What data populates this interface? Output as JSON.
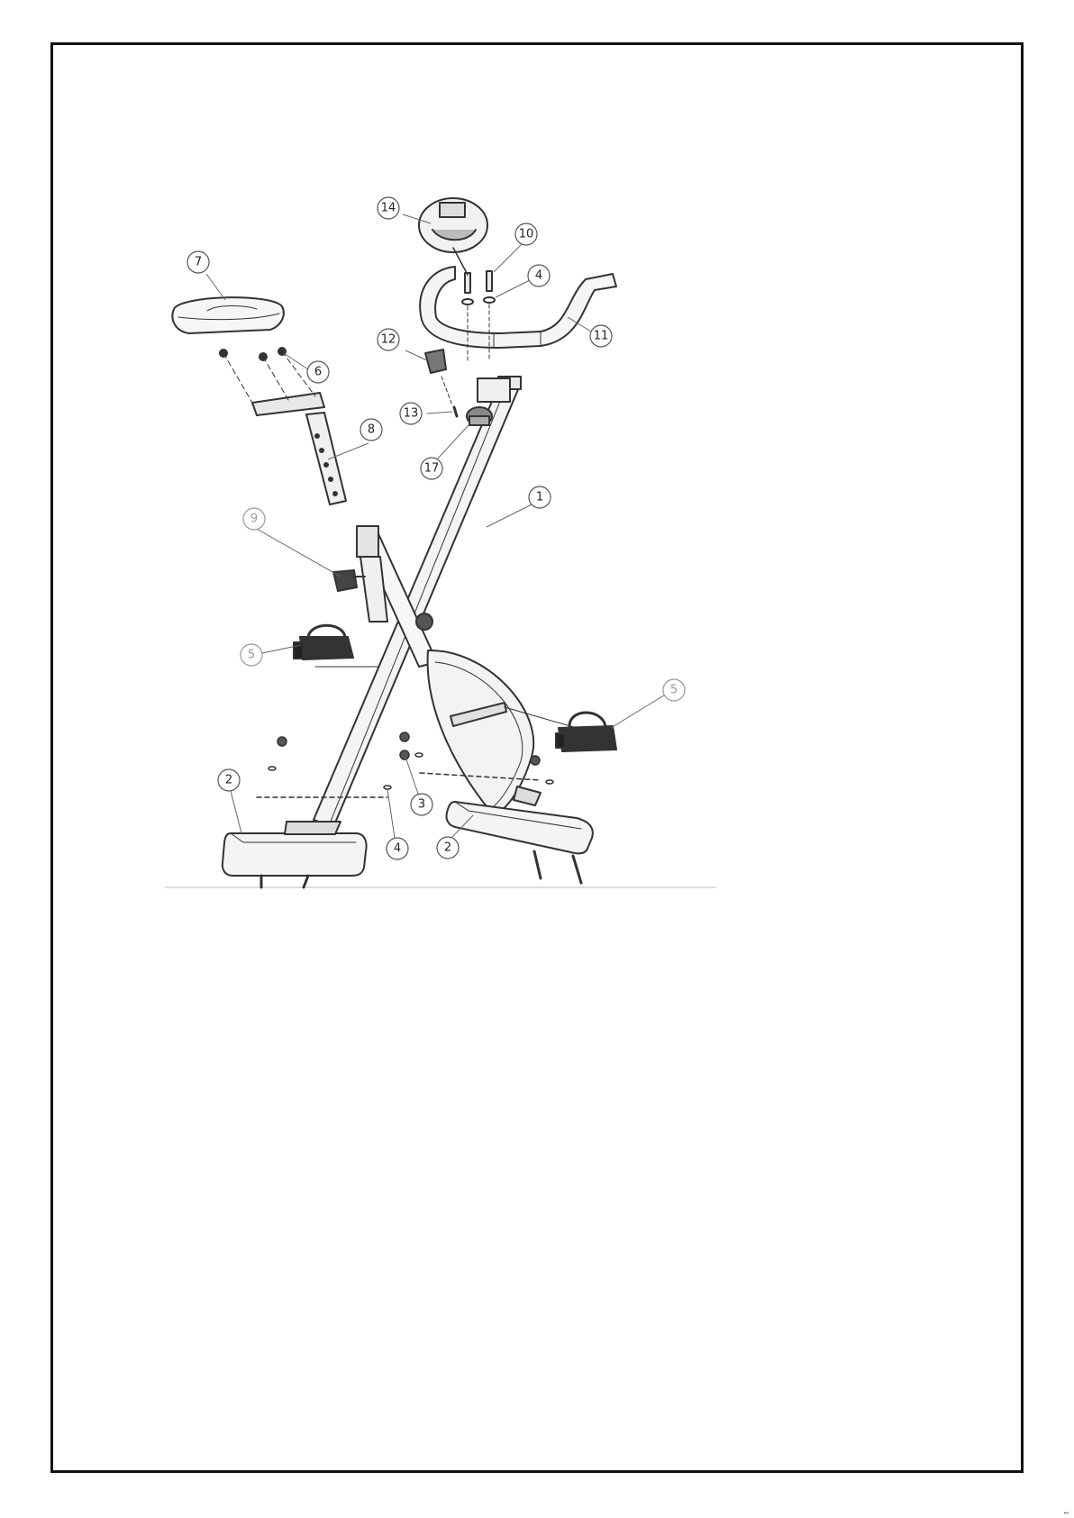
{
  "diagram": {
    "callouts": [
      {
        "id": "c14",
        "label": "14"
      },
      {
        "id": "c10",
        "label": "10"
      },
      {
        "id": "c4a",
        "label": "4"
      },
      {
        "id": "c11",
        "label": "11"
      },
      {
        "id": "c7",
        "label": "7"
      },
      {
        "id": "c6",
        "label": "6"
      },
      {
        "id": "c12",
        "label": "12"
      },
      {
        "id": "c13",
        "label": "13"
      },
      {
        "id": "c8",
        "label": "8"
      },
      {
        "id": "c17",
        "label": "17"
      },
      {
        "id": "c1",
        "label": "1"
      },
      {
        "id": "c9",
        "label": "9"
      },
      {
        "id": "c5a",
        "label": "5"
      },
      {
        "id": "c5b",
        "label": "5"
      },
      {
        "id": "c2a",
        "label": "2"
      },
      {
        "id": "c3",
        "label": "3"
      },
      {
        "id": "c4b",
        "label": "4"
      },
      {
        "id": "c2b",
        "label": "2"
      }
    ]
  },
  "footer": {
    "code": "…"
  }
}
